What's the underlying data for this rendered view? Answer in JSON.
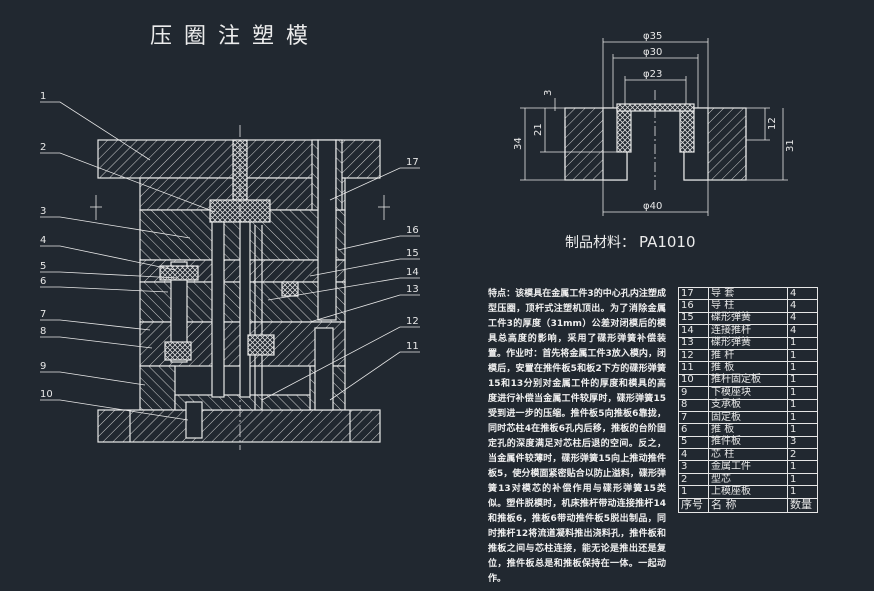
{
  "title": "压圈注塑模",
  "material": {
    "label": "制品材料：",
    "value": "PA1010"
  },
  "dimensions": {
    "d35": "φ35",
    "d30": "φ30",
    "d23": "φ23",
    "d40": "φ40",
    "h3": "3",
    "h21": "21",
    "h34": "34",
    "h12": "12",
    "h31": "31"
  },
  "callouts": [
    "1",
    "2",
    "3",
    "4",
    "5",
    "6",
    "7",
    "8",
    "9",
    "10",
    "11",
    "12",
    "13",
    "14",
    "15",
    "16",
    "17"
  ],
  "notes": "特点：该模具在金属工件3的中心孔内注塑成型压圈，顶杆式注塑机顶出。为了消除金属工件3的厚度（31mm）公差对闭模后的模具总高度的影响，采用了碟形弹簧补偿装置。作业时：首先将金属工件3放入模内，闭模后，安置在推件板5和板2下方的碟形弹簧15和13分别对金属工件的厚度和模具的高度进行补偿当金属工件较厚时，碟形弹簧15受到进一步的压缩。推件板5向推板6靠拢，同时芯柱4在推板6孔内后移，推板的台阶固定孔的深度满足对芯柱后退的空间。反之，当金属件较薄时，碟形弹簧15向上推动推件板5，使分模面紧密贴合以防止溢料，碟形弹簧13对模芯的补偿作用与碟形弹簧15类似。塑件脱模时，机床推杆带动连接推杆14和推板6，推板6带动推件板5脱出制品，同时推杆12将流道凝料推出浇料孔，推件板和推板之间与芯柱连接，能无论是推出还是复位，推件板总是和推板保持在一体。一起动作。",
  "bom": {
    "header": {
      "no": "序号",
      "name": "名 称",
      "qty": "数量"
    },
    "rows": [
      {
        "no": "17",
        "name": "导 套",
        "qty": "4"
      },
      {
        "no": "16",
        "name": "导 柱",
        "qty": "4"
      },
      {
        "no": "15",
        "name": "碟形弹簧",
        "qty": "4"
      },
      {
        "no": "14",
        "name": "连接推杆",
        "qty": "4"
      },
      {
        "no": "13",
        "name": "碟形弹簧",
        "qty": "1"
      },
      {
        "no": "12",
        "name": "推 杆",
        "qty": "1"
      },
      {
        "no": "11",
        "name": "推 板",
        "qty": "1"
      },
      {
        "no": "10",
        "name": "推杆固定板",
        "qty": "1"
      },
      {
        "no": "9",
        "name": "下模座块",
        "qty": "1"
      },
      {
        "no": "8",
        "name": "支承板",
        "qty": "1"
      },
      {
        "no": "7",
        "name": "固定板",
        "qty": "1"
      },
      {
        "no": "6",
        "name": "推 板",
        "qty": "1"
      },
      {
        "no": "5",
        "name": "推件板",
        "qty": "3"
      },
      {
        "no": "4",
        "name": "芯 柱",
        "qty": "2"
      },
      {
        "no": "3",
        "name": "金属工件",
        "qty": "1"
      },
      {
        "no": "2",
        "name": "型芯",
        "qty": "1"
      },
      {
        "no": "1",
        "name": "上模座板",
        "qty": "1"
      }
    ]
  }
}
